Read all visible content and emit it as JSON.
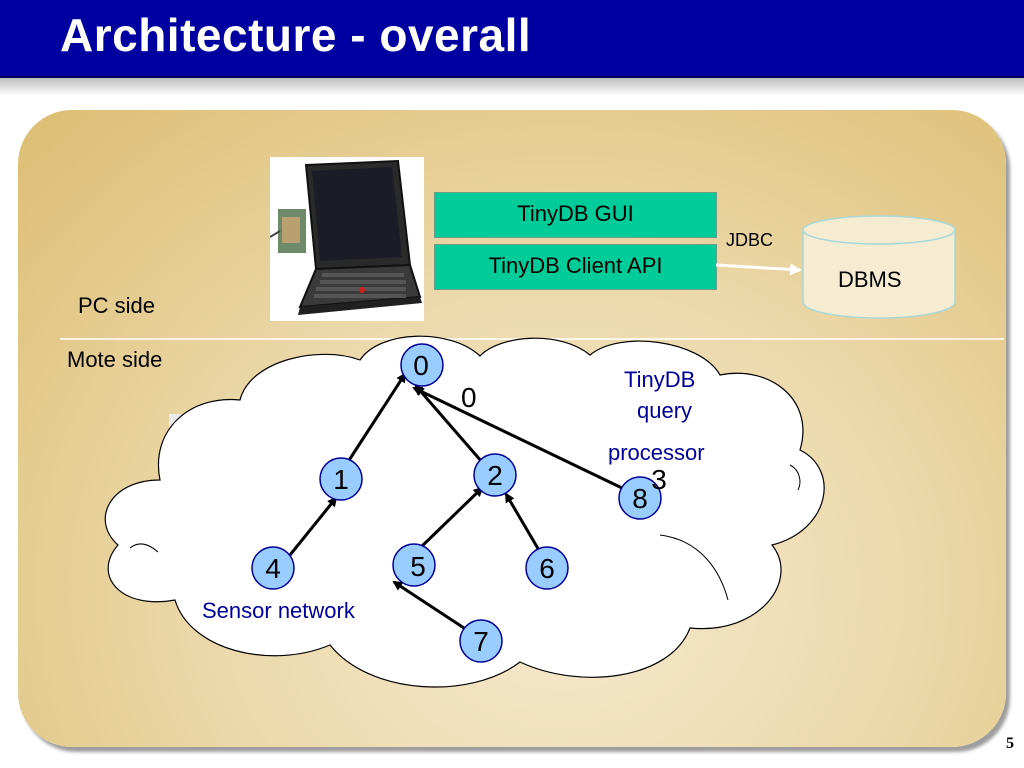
{
  "slide": {
    "title": "Architecture - overall",
    "page_number": "5"
  },
  "labels": {
    "pc_side": "PC side",
    "mote_side": "Mote side",
    "jdbc": "JDBC",
    "dbms": "DBMS",
    "tinydb_gui": "TinyDB GUI",
    "tinydb_client_api": "TinyDB Client API",
    "query_processor_line1": "TinyDB",
    "query_processor_line2": "query",
    "query_processor_line3": "processor",
    "sensor_network": "Sensor network"
  },
  "nodes": [
    {
      "id": "0"
    },
    {
      "id": "1"
    },
    {
      "id": "2"
    },
    {
      "id": "8"
    },
    {
      "id": "4"
    },
    {
      "id": "5"
    },
    {
      "id": "6"
    },
    {
      "id": "7"
    }
  ],
  "edge_labels": [
    {
      "text": "0"
    },
    {
      "text": "3"
    }
  ],
  "colors": {
    "title_bar": "#0000a0",
    "box_fill": "#00cc99",
    "node_fill": "#99ccff",
    "label_blue": "#000099"
  }
}
